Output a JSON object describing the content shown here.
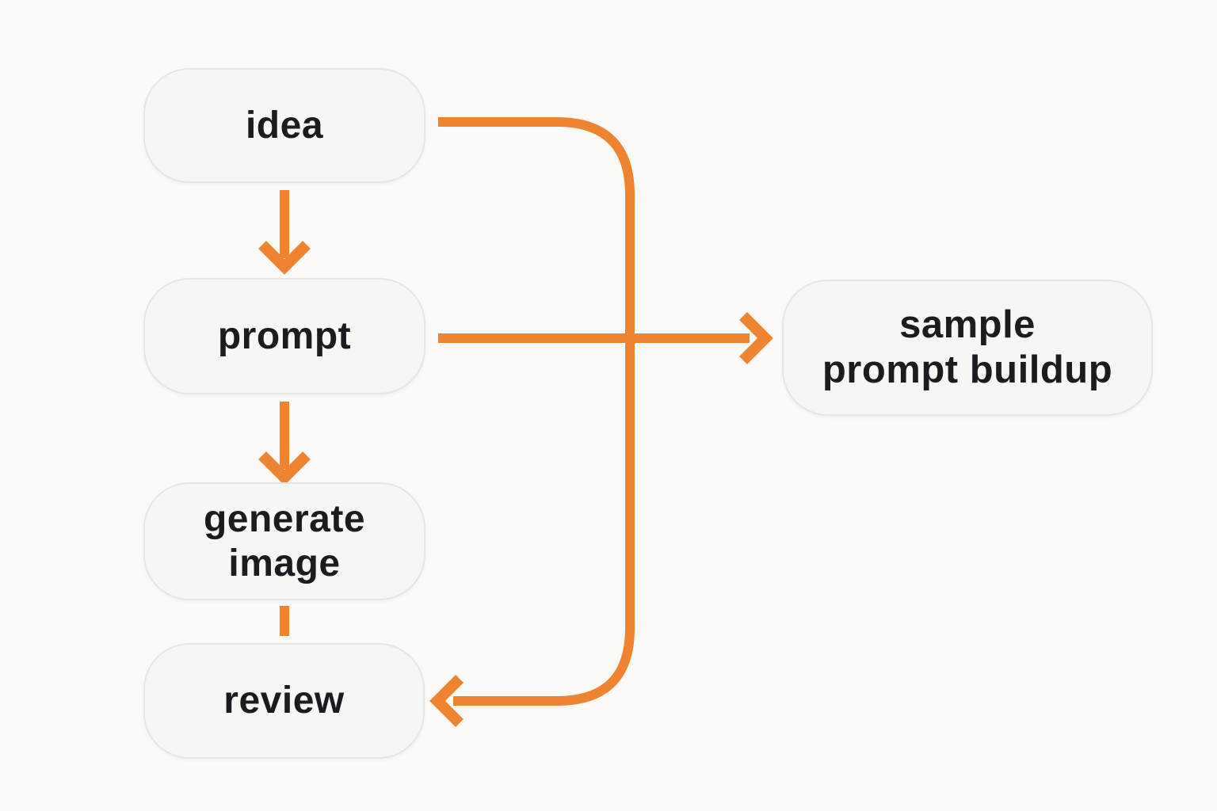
{
  "diagram": {
    "type": "flowchart",
    "colors": {
      "background": "#FBFAF7",
      "node_fill": "#F6F6F4",
      "node_border": "#E5E5E3",
      "text": "#1B1C20",
      "arrow": "#EF8430"
    },
    "nodes": [
      {
        "id": "idea",
        "label": "idea"
      },
      {
        "id": "prompt",
        "label": "prompt"
      },
      {
        "id": "generate-image",
        "label": "generate image",
        "lines": [
          "generate",
          "image"
        ]
      },
      {
        "id": "review",
        "label": "review"
      },
      {
        "id": "sample-prompt-buildup",
        "label": "sample prompt buildup",
        "lines": [
          "sample",
          "prompt buildup"
        ]
      }
    ],
    "edges": [
      {
        "from": "idea",
        "to": "prompt",
        "arrow": true,
        "route": "straight down"
      },
      {
        "from": "prompt",
        "to": "generate image",
        "arrow": true,
        "route": "straight down"
      },
      {
        "from": "generate image",
        "to": "review",
        "arrow": false,
        "route": "short plain segment"
      },
      {
        "from": "prompt",
        "to": "sample prompt buildup",
        "arrow": true,
        "route": "straight right"
      },
      {
        "from": "idea",
        "to": "review",
        "arrow": true,
        "route": "right-side rounded loop down"
      }
    ]
  }
}
